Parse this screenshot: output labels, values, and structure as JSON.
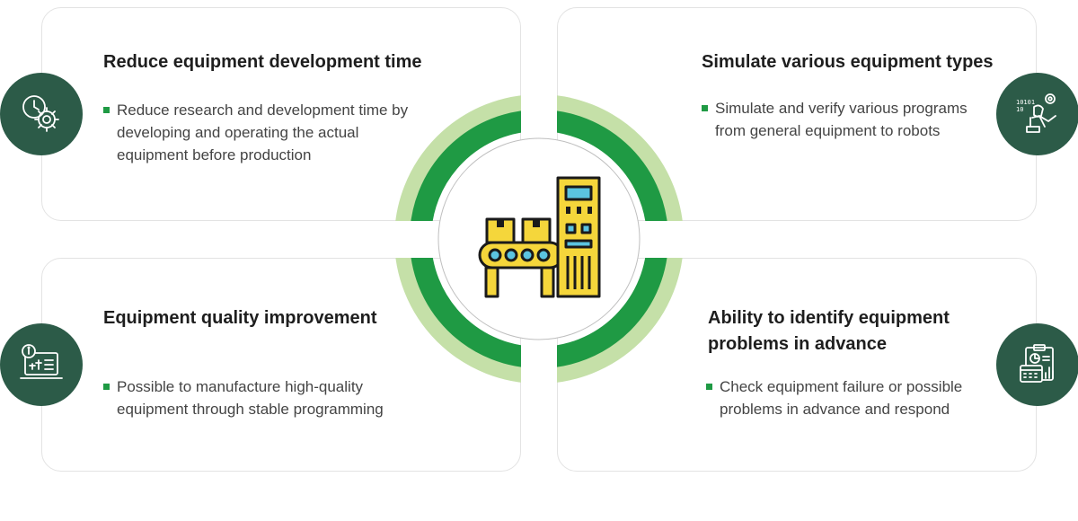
{
  "cards": {
    "top_left": {
      "title": "Reduce equipment development time",
      "body": "Reduce research and development time by developing and operating the actual equipment before production",
      "icon": "clock-gear-icon"
    },
    "top_right": {
      "title": "Simulate various equipment types",
      "body": "Simulate and verify various programs from general equipment to robots",
      "icon": "robot-arm-icon"
    },
    "bottom_left": {
      "title": "Equipment quality improvement",
      "body": "Possible to manufacture high-quality equipment through stable programming",
      "icon": "laptop-info-icon"
    },
    "bottom_right": {
      "title": "Ability to identify equipment problems in advance",
      "body": "Check equipment failure or possible problems in advance and respond",
      "icon": "calendar-chart-icon"
    }
  },
  "center": {
    "icon": "conveyor-machine-icon"
  },
  "colors": {
    "ring_outer": "#c5e0a8",
    "ring_inner": "#1f9a44",
    "icon_circle": "#2c5b48",
    "bullet": "#1f9a44",
    "machine_yellow": "#f5d63b",
    "machine_outline": "#1a1a1a",
    "machine_screen": "#5bc4e0"
  }
}
